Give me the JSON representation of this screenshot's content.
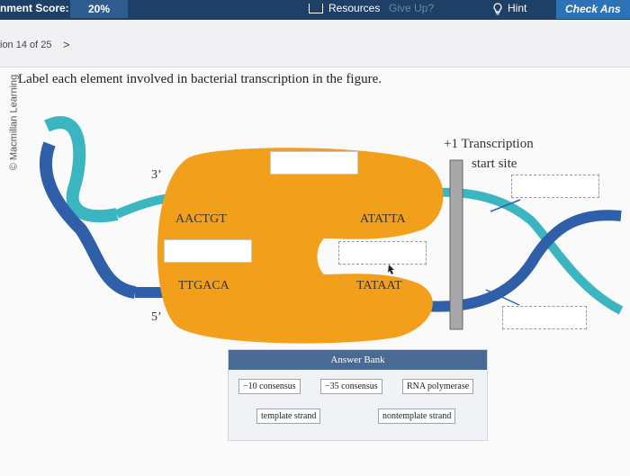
{
  "topbar": {
    "score_label": "nment Score:",
    "score_value": "20%",
    "resources": "Resources",
    "give_up": "Give Up?",
    "hint": "Hint",
    "check": "Check Ans"
  },
  "question": {
    "number": "ion 14 of 25",
    "prompt": "Label each element involved in bacterial transcription in the figure.",
    "publisher": "© Macmillan Learning"
  },
  "figure": {
    "label_3prime": "3’",
    "label_5prime": "5’",
    "seq_aactgt": "AACTGT",
    "seq_atatta": "ATATTA",
    "seq_ttgaca": "TTGACA",
    "seq_tataat": "TATAAT",
    "start_site_line1": "+1 Transcription",
    "start_site_line2": "start site"
  },
  "answer_bank": {
    "title": "Answer Bank",
    "items": [
      "−10 consensus",
      "−35 consensus",
      "RNA polymerase",
      "template strand",
      "nontemplate strand"
    ]
  },
  "colors": {
    "polymerase": "#f2a01c",
    "strand_dark": "#2f5fa8",
    "strand_teal": "#3bb6c0"
  }
}
